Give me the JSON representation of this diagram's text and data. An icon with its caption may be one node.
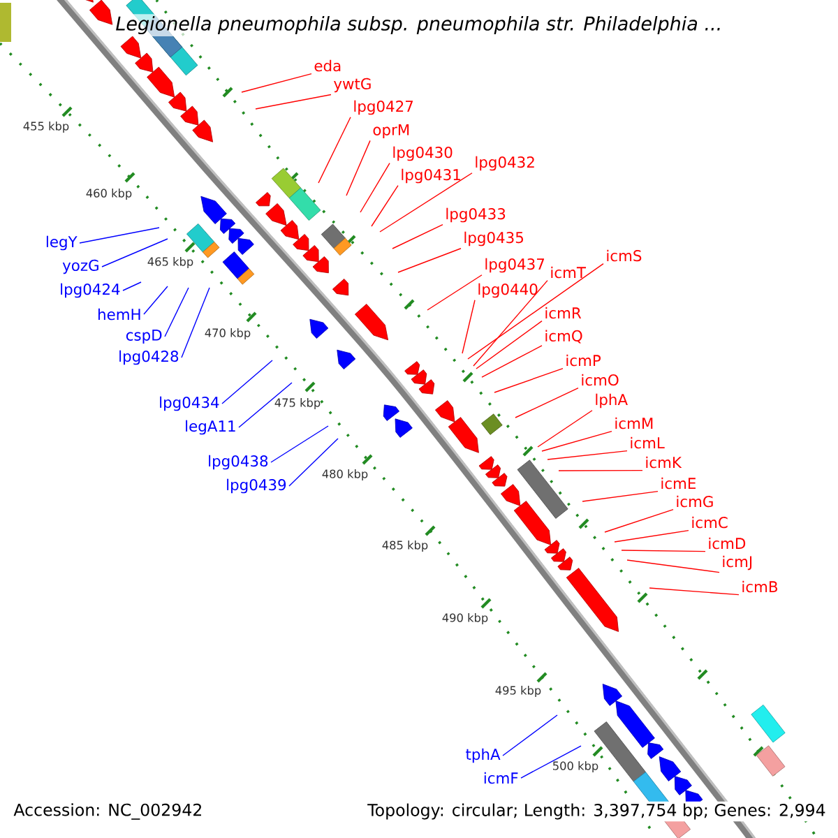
{
  "diagram": {
    "title": "Legionella pneumophila subsp. pneumophila str. Philadelphia ...",
    "nodes": [
      {
        "text": [
          "eda"
        ]
      },
      {
        "text": [
          "ywtG"
        ]
      },
      {
        "text": [
          "lpg0427"
        ]
      },
      {
        "text": [
          "oprM"
        ]
      },
      {
        "text": [
          "lpg0430"
        ]
      },
      {
        "text": [
          "lpg0431"
        ]
      },
      {
        "text": [
          "lpg0432"
        ]
      },
      {
        "text": [
          "lpg0433"
        ]
      },
      {
        "text": [
          "lpg0435"
        ]
      },
      {
        "text": [
          "lpg0437"
        ]
      },
      {
        "text": [
          "lpg0440"
        ]
      },
      {
        "text": [
          "icmS"
        ]
      },
      {
        "text": [
          "icmT"
        ]
      },
      {
        "text": [
          "icmR"
        ]
      },
      {
        "text": [
          "icmQ"
        ]
      },
      {
        "text": [
          "icmP"
        ]
      },
      {
        "text": [
          "icmO"
        ]
      },
      {
        "text": [
          "lphA"
        ]
      },
      {
        "text": [
          "icmM"
        ]
      },
      {
        "text": [
          "icmL"
        ]
      },
      {
        "text": [
          "icmK"
        ]
      },
      {
        "text": [
          "icmE"
        ]
      },
      {
        "text": [
          "icmG"
        ]
      },
      {
        "text": [
          "icmC"
        ]
      },
      {
        "text": [
          "icmD"
        ]
      },
      {
        "text": [
          "icmJ"
        ]
      },
      {
        "text": [
          "icmB"
        ]
      },
      {
        "text": [
          "legY"
        ]
      },
      {
        "text": [
          "yozG"
        ]
      },
      {
        "text": [
          "lpg0424"
        ]
      },
      {
        "text": [
          "hemH"
        ]
      },
      {
        "text": [
          "cspD"
        ]
      },
      {
        "text": [
          "lpg0428"
        ]
      },
      {
        "text": [
          "lpg0434"
        ]
      },
      {
        "text": [
          "legA11"
        ]
      },
      {
        "text": [
          "lpg0438"
        ]
      },
      {
        "text": [
          "lpg0439"
        ]
      },
      {
        "text": [
          "tphA"
        ]
      },
      {
        "text": [
          "icmF"
        ]
      }
    ],
    "edges": [
      {
        "from": 0,
        "to": null,
        "arrow": "none"
      },
      {
        "from": 1,
        "to": null,
        "arrow": "none"
      },
      {
        "from": 2,
        "to": null,
        "arrow": "none"
      },
      {
        "from": 3,
        "to": null,
        "arrow": "none"
      },
      {
        "from": 4,
        "to": null,
        "arrow": "none"
      },
      {
        "from": 5,
        "to": null,
        "arrow": "none"
      },
      {
        "from": 6,
        "to": null,
        "arrow": "none"
      },
      {
        "from": 7,
        "to": null,
        "arrow": "none"
      },
      {
        "from": 8,
        "to": null,
        "arrow": "none"
      },
      {
        "from": 9,
        "to": null,
        "arrow": "none"
      },
      {
        "from": 10,
        "to": null,
        "arrow": "none"
      },
      {
        "from": 11,
        "to": null,
        "arrow": "none"
      },
      {
        "from": 12,
        "to": null,
        "arrow": "none"
      },
      {
        "from": 13,
        "to": null,
        "arrow": "none"
      },
      {
        "from": 14,
        "to": null,
        "arrow": "none"
      },
      {
        "from": 15,
        "to": null,
        "arrow": "none"
      },
      {
        "from": 16,
        "to": null,
        "arrow": "none"
      },
      {
        "from": 17,
        "to": null,
        "arrow": "none"
      },
      {
        "from": 18,
        "to": null,
        "arrow": "none"
      },
      {
        "from": 19,
        "to": null,
        "arrow": "none"
      },
      {
        "from": 20,
        "to": null,
        "arrow": "none"
      },
      {
        "from": 21,
        "to": null,
        "arrow": "none"
      },
      {
        "from": 22,
        "to": null,
        "arrow": "none"
      },
      {
        "from": 23,
        "to": null,
        "arrow": "none"
      },
      {
        "from": 24,
        "to": null,
        "arrow": "none"
      },
      {
        "from": 25,
        "to": null,
        "arrow": "none"
      },
      {
        "from": 26,
        "to": null,
        "arrow": "none"
      },
      {
        "from": 27,
        "to": null,
        "arrow": "none",
        "color": "#0000ff"
      },
      {
        "from": 28,
        "to": null,
        "arrow": "none",
        "color": "#0000ff"
      },
      {
        "from": 29,
        "to": null,
        "arrow": "none",
        "color": "#0000ff"
      },
      {
        "from": 30,
        "to": null,
        "arrow": "none",
        "color": "#0000ff"
      },
      {
        "from": 31,
        "to": null,
        "arrow": "none",
        "color": "#0000ff"
      },
      {
        "from": 32,
        "to": null,
        "arrow": "none",
        "color": "#0000ff"
      },
      {
        "from": 33,
        "to": null,
        "arrow": "none",
        "color": "#0000ff"
      },
      {
        "from": 34,
        "to": null,
        "arrow": "none",
        "color": "#0000ff"
      },
      {
        "from": 35,
        "to": null,
        "arrow": "none",
        "color": "#0000ff"
      },
      {
        "from": 36,
        "to": null,
        "arrow": "none",
        "color": "#0000ff"
      },
      {
        "from": 37,
        "to": null,
        "arrow": "none",
        "color": "#0000ff"
      },
      {
        "from": 38,
        "to": null,
        "arrow": "none",
        "color": "#0000ff"
      }
    ],
    "labels": [
      "455 kbp",
      "460 kbp",
      "465 kbp",
      "470 kbp",
      "475 kbp",
      "480 kbp",
      "485 kbp",
      "490 kbp",
      "495 kbp",
      "500 kbp",
      "Accession: NC_002942",
      "Topology: circular; Length: 3,397,754 bp; Genes: 2,994"
    ]
  }
}
